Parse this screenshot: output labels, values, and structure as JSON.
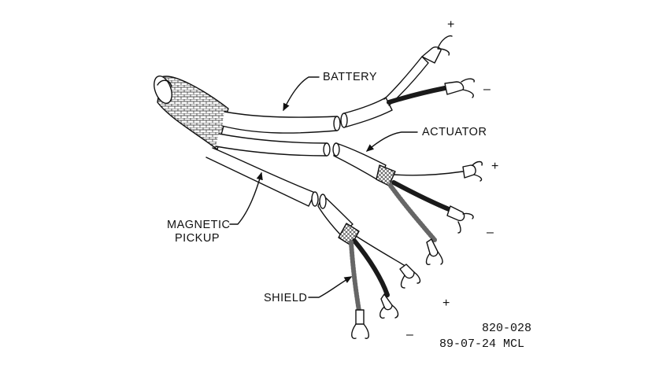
{
  "labels": {
    "battery": "BATTERY",
    "actuator": "ACTUATOR",
    "magnetic_line1": "MAGNETIC",
    "magnetic_line2": "PICKUP",
    "shield": "SHIELD"
  },
  "polarity": {
    "battery_pos": "+",
    "battery_neg": "–",
    "actuator_pos": "+",
    "actuator_neg": "–",
    "pickup_pos": "+",
    "pickup_neg": "–"
  },
  "drawing_number": "820-028",
  "revision": "89-07-24 MCL",
  "colors": {
    "line": "#111111",
    "dark_wire": "#1a1a1a",
    "background": "#ffffff"
  }
}
